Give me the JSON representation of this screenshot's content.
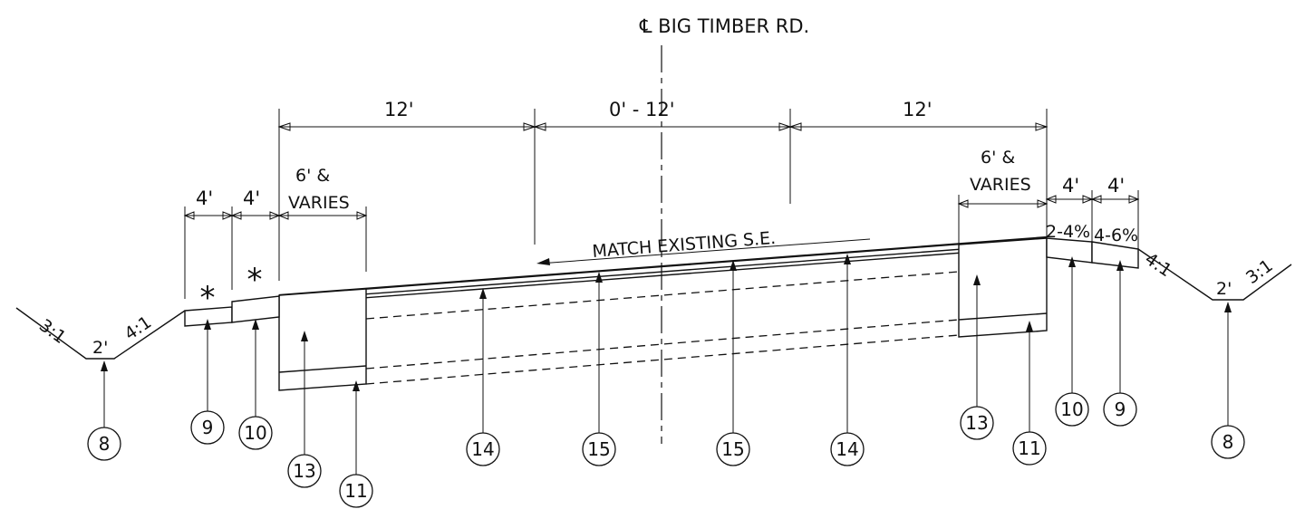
{
  "centerline_label": "℄ BIG TIMBER RD.",
  "dimensions": {
    "left_lane": "12'",
    "center_lane": "0' - 12'",
    "right_lane": "12'",
    "left_shoulder_a": "4'",
    "left_shoulder_b": "4'",
    "left_var_line1": "6' &",
    "left_var_line2": "VARIES",
    "right_var_line1": "6' &",
    "right_var_line2": "VARIES",
    "right_shoulder_a": "4'",
    "right_shoulder_b": "4'"
  },
  "slopes": {
    "left_outer": "3:1",
    "left_bottom": "2'",
    "left_inner": "4:1",
    "right_inner": "4:1",
    "right_bottom": "2'",
    "right_outer": "3:1",
    "right_shoulder_a_pct": "2-4%",
    "right_shoulder_b_pct": "4-6%"
  },
  "note": "MATCH EXISTING S.E.",
  "asterisk": "*",
  "callouts": [
    "8",
    "9",
    "10",
    "13",
    "11",
    "14",
    "15",
    "15",
    "14",
    "13",
    "11",
    "10",
    "9",
    "8"
  ]
}
